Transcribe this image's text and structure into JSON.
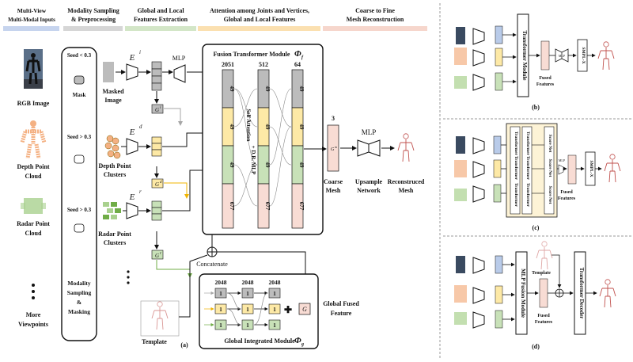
{
  "stages": {
    "s1": "Multi-View",
    "s1b": "Multi-Modal Inputs",
    "s2": "Modality Sampling",
    "s2b": "& Preprocessing",
    "s3": "Global and Local",
    "s3b": "Features Extraction",
    "s4": "Attention among Joints and Vertices,",
    "s4b": "Global and Local Features",
    "s5": "Coarse to Fine",
    "s5b": "Mesh Reconstruction"
  },
  "colors": {
    "stage1": "#c6d4ee",
    "stage2": "#d6d6d6",
    "stage3": "#d3e6c7",
    "stage4": "#fbe0b0",
    "stage5": "#f6d6cc",
    "gray": "#bcbcbc",
    "yellow": "#fde9a6",
    "green": "#c8e1b8",
    "pink": "#f8dcd4",
    "blue": "#b9cbe9",
    "orange_line": "#f0b400",
    "green_line": "#70ad47",
    "gray_line": "#a6a6a6"
  },
  "inputs": {
    "rgb": "RGB Image",
    "depth1": "Depth Point",
    "depth2": "Cloud",
    "radar1": "Radar Point",
    "radar2": "Cloud",
    "more1": "More",
    "more2": "Viewpoints"
  },
  "sampling": {
    "seed1": "Seed < 0.3",
    "mask": "Mask",
    "seed2": "Seed > 0.3",
    "seed3": "Seed > 0.3",
    "footer1": "Modality",
    "footer2": "Sampling",
    "footer3": "&",
    "footer4": "Masking"
  },
  "extract": {
    "masked1": "Masked",
    "masked2": "Image",
    "depth_clusters1": "Depth Point",
    "depth_clusters2": "Clusters",
    "radar_clusters1": "Radar Point",
    "radar_clusters2": "Clusters",
    "mlp": "MLP",
    "e_i": "E",
    "e_i_sup": "i",
    "e_d": "E",
    "e_d_sup": "d",
    "e_r": "E",
    "e_r_sup": "r",
    "g_i": "G",
    "g_i_sup": "i",
    "g_d": "G",
    "g_d_sup": "d",
    "g_r": "G",
    "g_r_sup": "r",
    "template": "Template",
    "concatenate": "Concatenate"
  },
  "fusion": {
    "title": "Fusion Transformer  Module",
    "phi": "Φ",
    "phi_sub": "f",
    "dim1": "2051",
    "dim2": "512",
    "dim3": "64",
    "row_49": "49",
    "row_677": "677",
    "self_attention": "Self Attention",
    "dr_mlp": "+ D.R. MLP"
  },
  "gim": {
    "title": "Global Integrated Module",
    "phi": "Φ",
    "phi_sub": "g",
    "dim1": "2048",
    "dim2": "2048",
    "dim3": "2048",
    "one": "1",
    "g": "G",
    "global1": "Global Fused",
    "global2": "Feature"
  },
  "recon": {
    "dim3": "3",
    "gm": "G",
    "gm_sup": "m",
    "coarse1": "Coarse",
    "coarse2": "Mesh",
    "upsample1": "Upsample",
    "upsample2": "Network",
    "mlp": "MLP",
    "recon1": "Reconstruced",
    "recon2": "Mesh"
  },
  "caption_a": "(a)",
  "panel_b": {
    "transformer": "Transformer Module",
    "mlp": "MLP",
    "smpl": "SMPL-X",
    "fused1": "Fused",
    "fused2": "Features",
    "caption": "(b)"
  },
  "panel_c": {
    "transformer": "Transformer",
    "score": "Score Net",
    "mlp": "MLP",
    "smpl": "SMPL-X",
    "fused1": "Fused",
    "fused2": "Features",
    "caption": "(c)"
  },
  "panel_d": {
    "template": "Template",
    "mlp_fusion": "MLP Fusion Module",
    "decoder": "Transformer Decoder",
    "fused1": "Fused",
    "fused2": "Features",
    "caption": "(d)"
  }
}
